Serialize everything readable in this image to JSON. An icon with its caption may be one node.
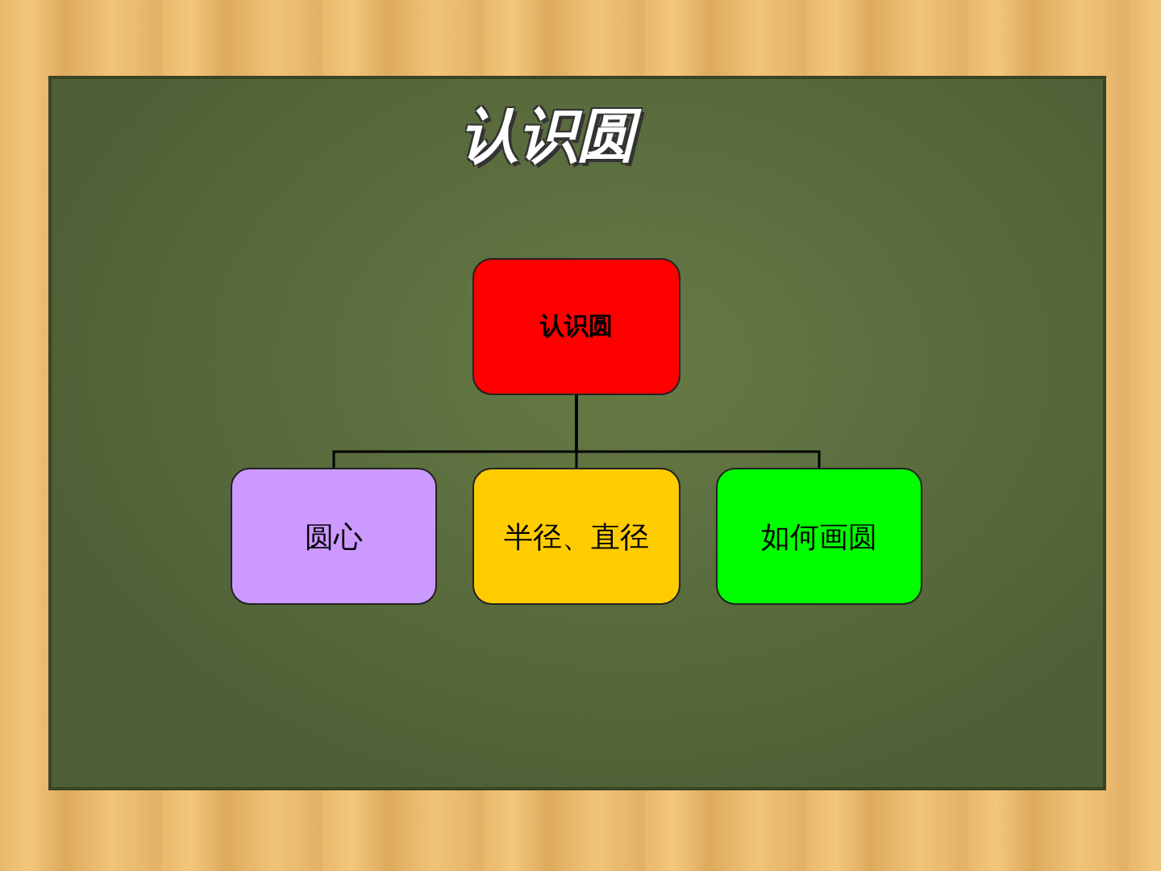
{
  "diagram": {
    "title": "认识圆",
    "nodes": [
      {
        "text": [
          "认识圆"
        ]
      },
      {
        "text": [
          "圆心"
        ]
      },
      {
        "text": [
          "半径、直径"
        ]
      },
      {
        "text": [
          "如何画圆"
        ]
      }
    ],
    "edges": [
      {
        "from": 0,
        "to": 1,
        "arrow": "none"
      },
      {
        "from": 0,
        "to": 2,
        "arrow": "none"
      },
      {
        "from": 0,
        "to": 3,
        "arrow": "none"
      }
    ]
  }
}
